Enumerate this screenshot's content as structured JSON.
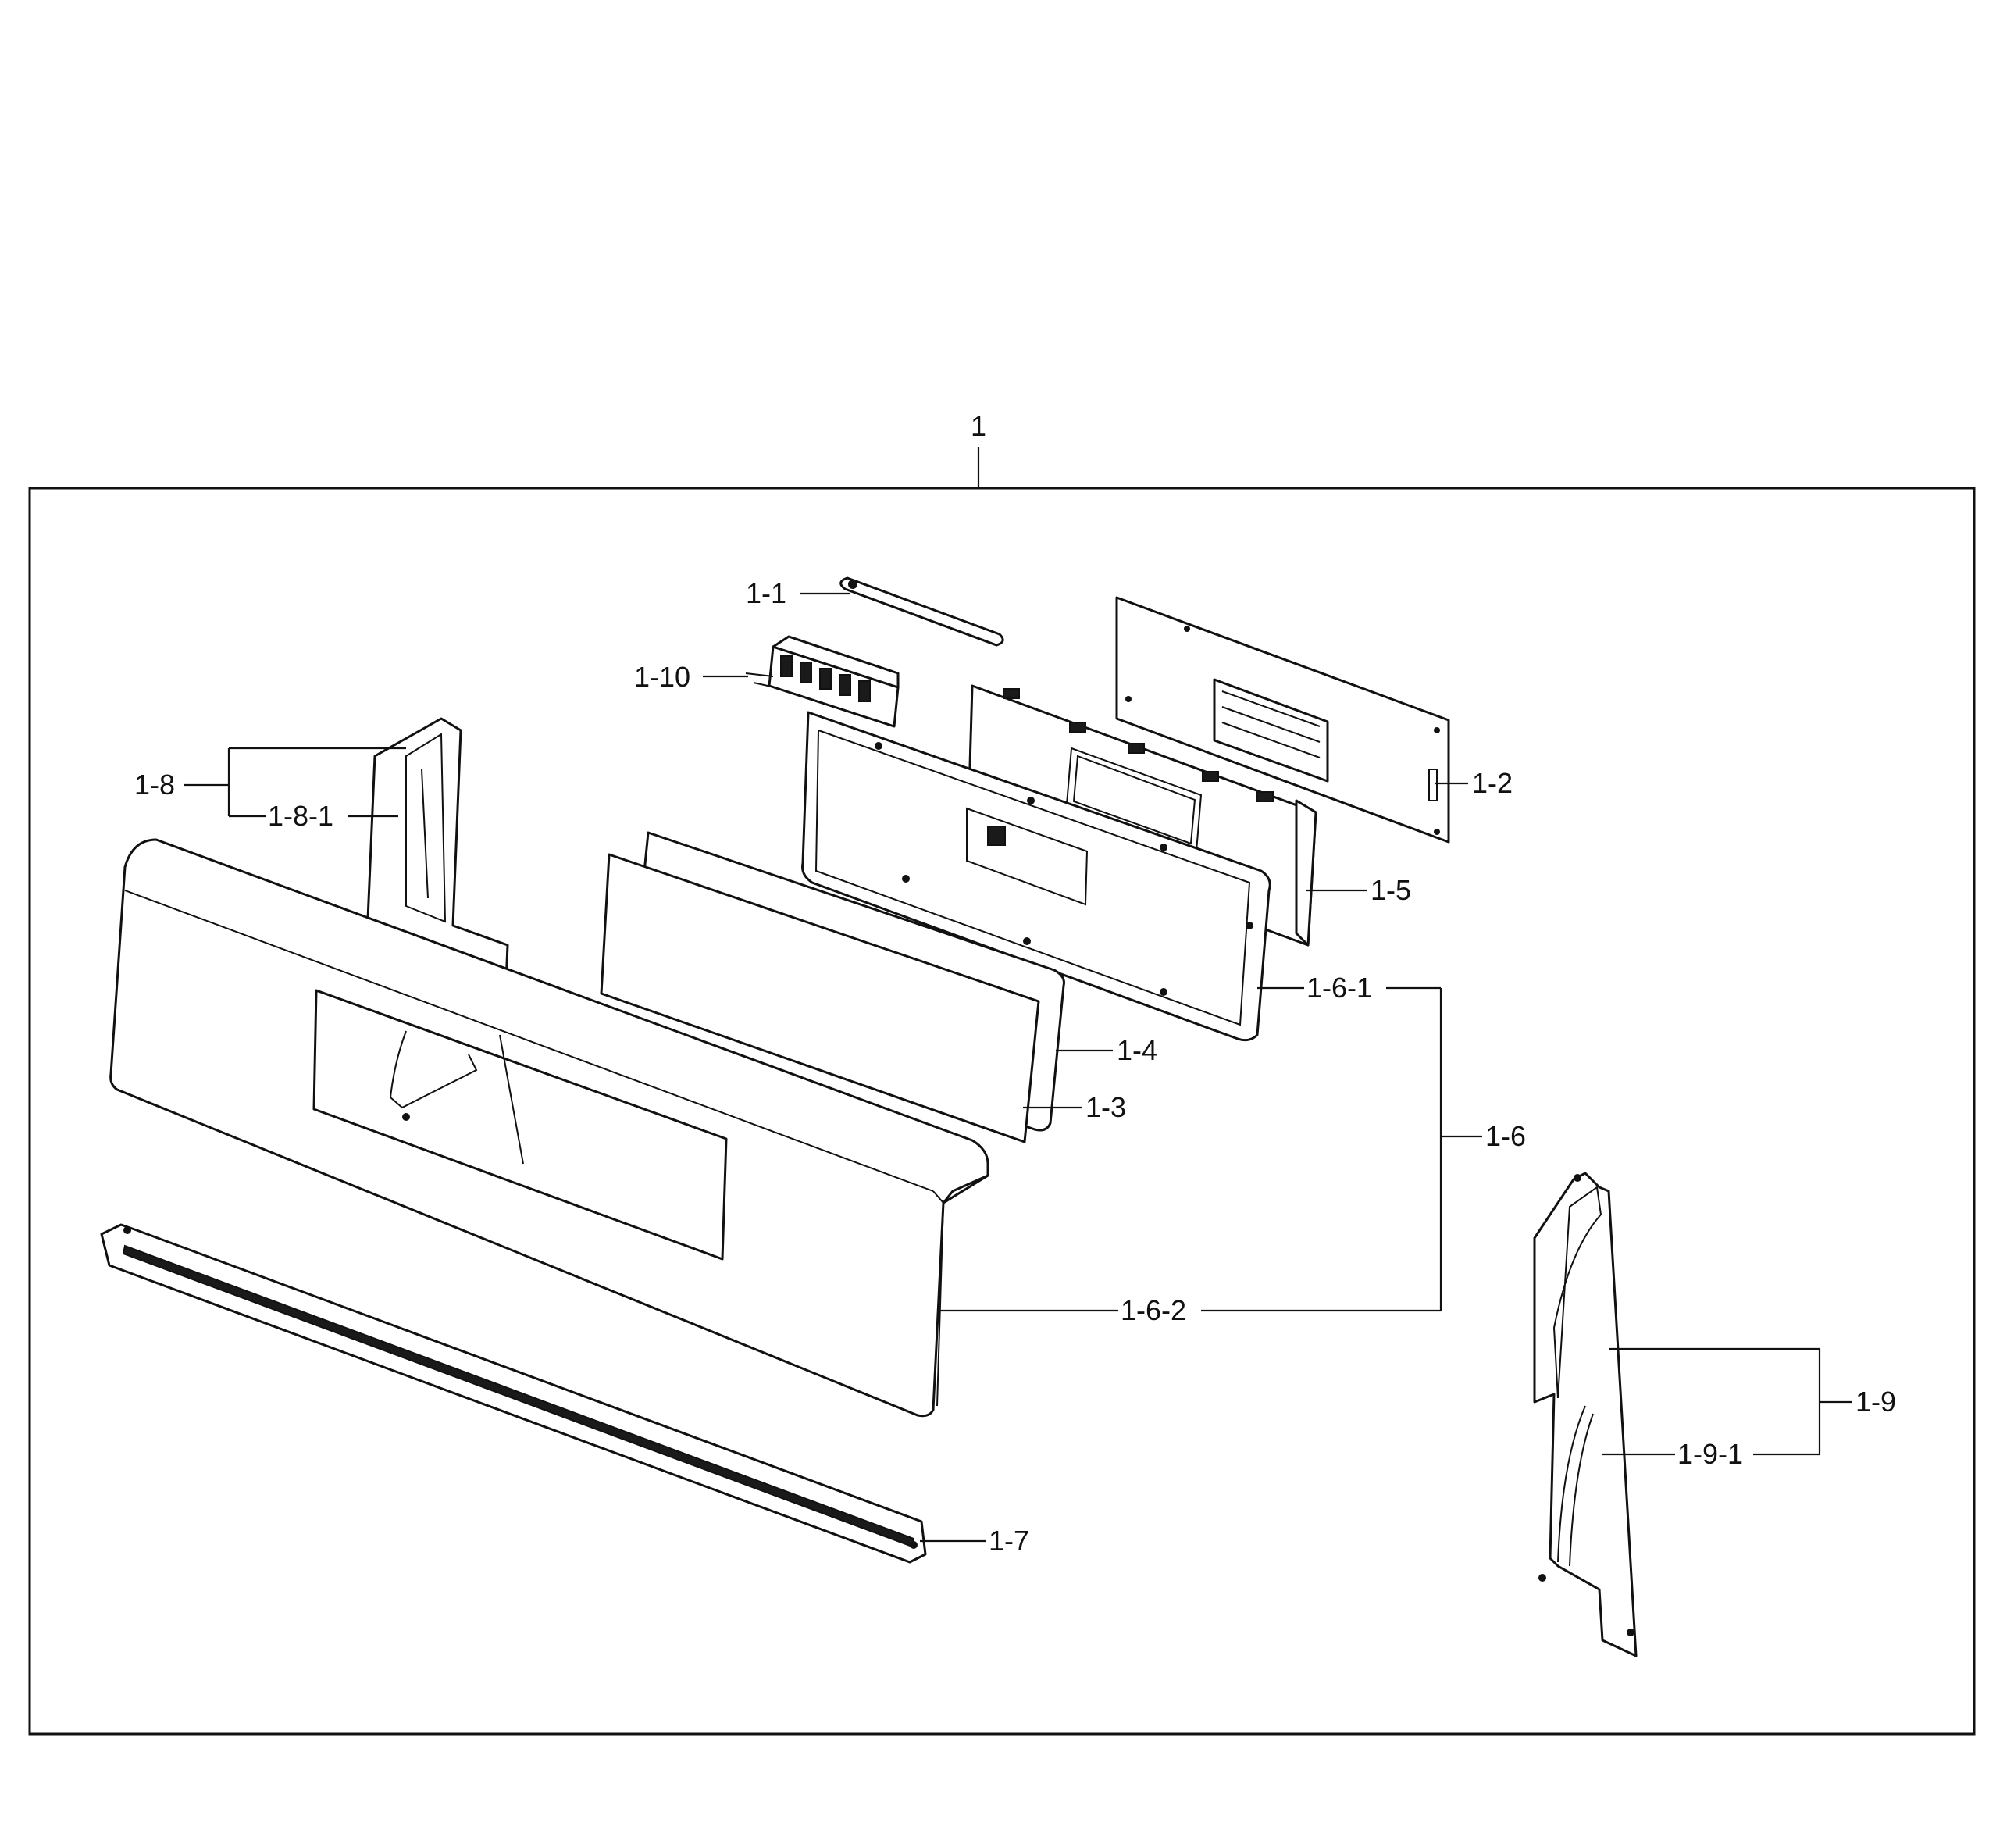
{
  "diagram": {
    "assembly_label": "1",
    "callouts": {
      "p1_1": "1-1",
      "p1_2": "1-2",
      "p1_3": "1-3",
      "p1_4": "1-4",
      "p1_5": "1-5",
      "p1_6": "1-6",
      "p1_6_1": "1-6-1",
      "p1_6_2": "1-6-2",
      "p1_7": "1-7",
      "p1_8": "1-8",
      "p1_8_1": "1-8-1",
      "p1_9": "1-9",
      "p1_9_1": "1-9-1",
      "p1_10": "1-10"
    }
  }
}
